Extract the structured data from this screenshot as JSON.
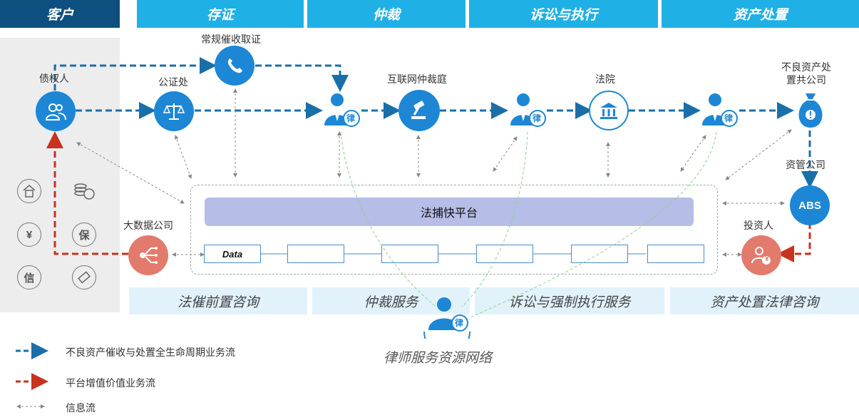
{
  "headers": [
    "客户",
    "存证",
    "仲裁",
    "诉讼与执行",
    "资产处置"
  ],
  "nodes": {
    "creditor": "债权人",
    "notary": "公证处",
    "evidence": "常规催收取证",
    "arbitration": "互联网仲裁庭",
    "court": "法院",
    "npl_company": "不良资产处置共公司",
    "npl_company_line1": "不良资产处",
    "npl_company_line2": "置共公司",
    "asset_mgmt": "资管公司",
    "bigdata": "大数据公司",
    "investor": "投资人"
  },
  "lawyer_badge": "律",
  "abs_label": "ABS",
  "bank_icons": {
    "bao": "保",
    "xin": "信",
    "yen": "¥"
  },
  "platform": {
    "title": "法捕快平台",
    "data_label": "Data"
  },
  "services": [
    "法催前置咨询",
    "仲裁服务",
    "诉讼与强制执行服务",
    "资产处置法律咨询"
  ],
  "network_label": "律师服务资源网络",
  "legend": {
    "blue": "不良资产催收与处置全生命周期业务流",
    "red": "平台增值价值业务流",
    "info": "信息流"
  },
  "colors": {
    "header_dark": "#0d4f7e",
    "header_light": "#1fb0e6",
    "node_blue": "#1d87d6",
    "flow_blue": "#1a6fa8",
    "flow_red": "#c8321f",
    "node_red": "#e27b6b",
    "platform": "#b6bde6",
    "service_bg": "#e1f2fb"
  }
}
